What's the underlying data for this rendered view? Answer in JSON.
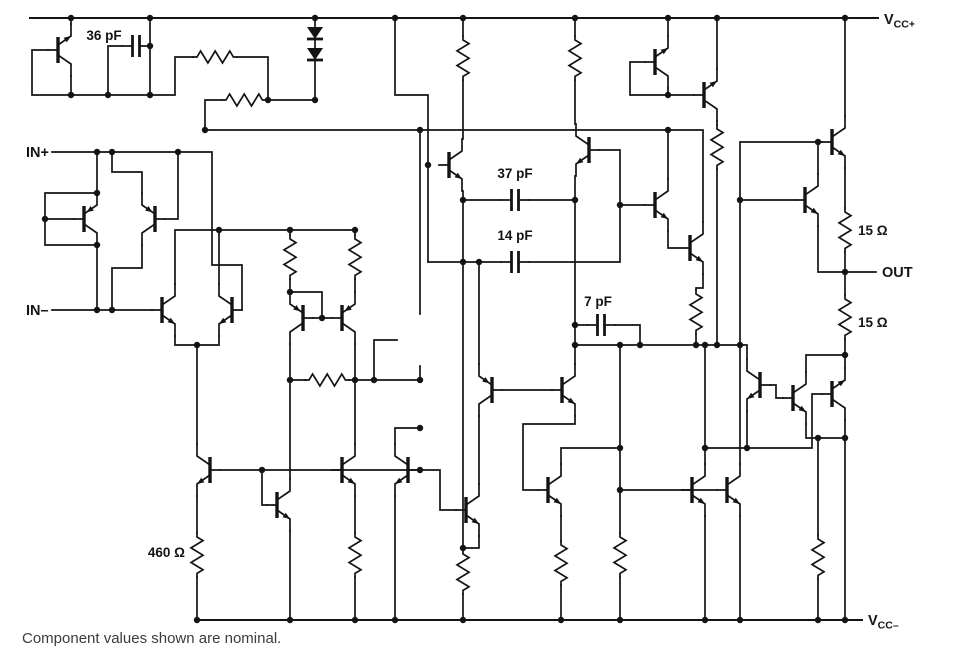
{
  "labels": {
    "vcc_plus": {
      "main": "V",
      "sub": "CC+"
    },
    "vcc_minus": {
      "main": "V",
      "sub": "CC–"
    },
    "in_plus": "IN+",
    "in_minus": "IN–",
    "out": "OUT",
    "cap_36": "36 pF",
    "cap_37": "37 pF",
    "cap_14": "14 pF",
    "cap_7": "7 pF",
    "res_15_top": "15 Ω",
    "res_15_bottom": "15 Ω",
    "res_460": "460 Ω",
    "caption": "Component values shown are nominal."
  }
}
